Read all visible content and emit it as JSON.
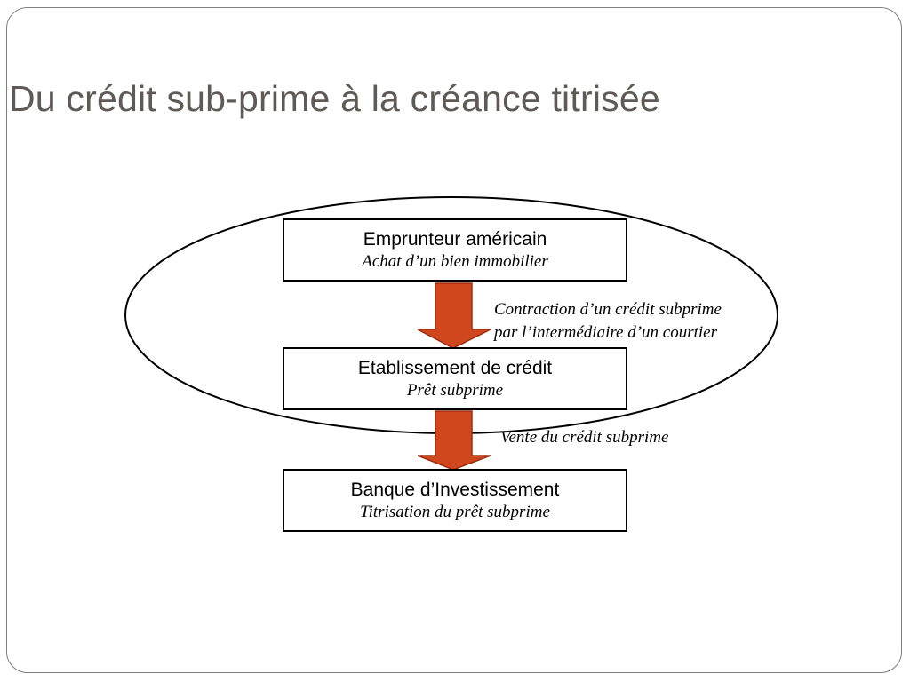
{
  "slide": {
    "title": "Du crédit sub-prime à la créance titrisée"
  },
  "diagram": {
    "nodes": [
      {
        "title": "Emprunteur américain",
        "subtitle": "Achat d’un bien immobilier"
      },
      {
        "title": "Etablissement de crédit",
        "subtitle": "Prêt subprime"
      },
      {
        "title": "Banque d’Investissement",
        "subtitle": "Titrisation du prêt subprime"
      }
    ],
    "edges": [
      {
        "label_line1": "Contraction d’un crédit subprime",
        "label_line2": "par l’intermédiaire d’un courtier"
      },
      {
        "label_line1": "Vente du crédit subprime"
      }
    ],
    "colors": {
      "arrow_fill": "#d0461d",
      "arrow_stroke": "#9c2f10",
      "title_text": "#5f5a56",
      "border": "#000000"
    }
  }
}
